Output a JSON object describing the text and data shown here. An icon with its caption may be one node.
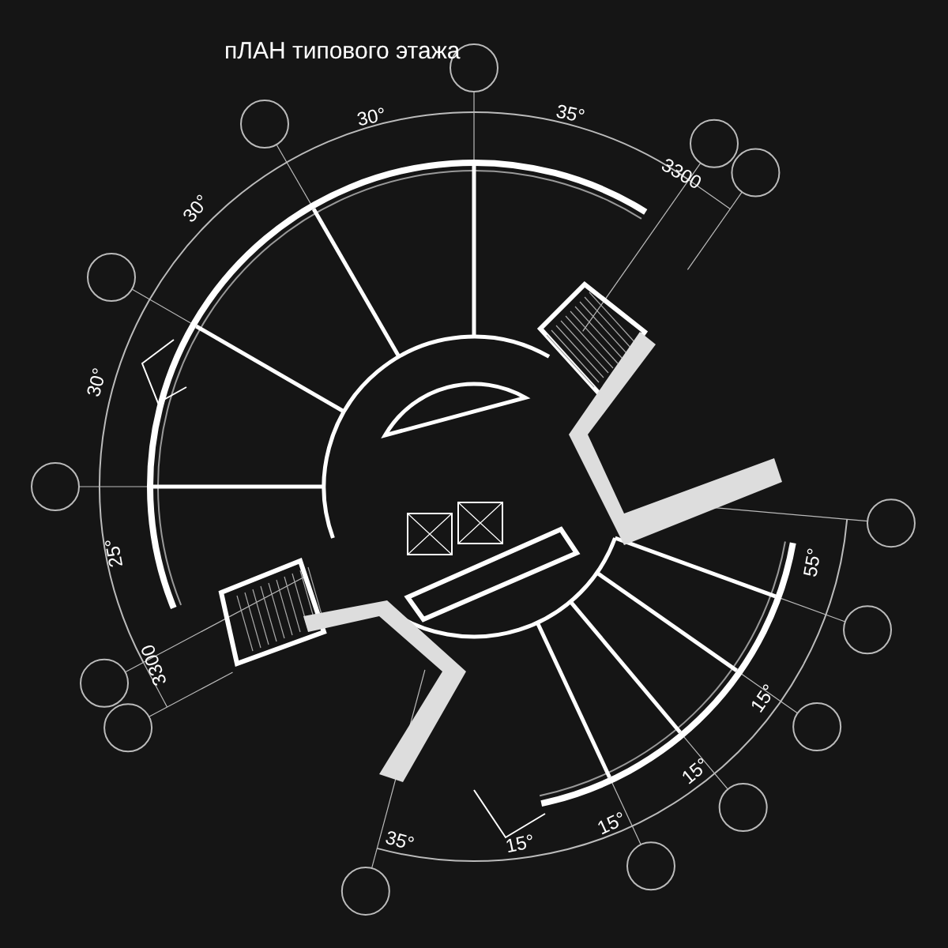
{
  "diagram": {
    "title": "пЛАН типового этажа",
    "labels": [
      "35°",
      "30°",
      "3300",
      "30°",
      "30°",
      "25°",
      "55°",
      "3300",
      "15°",
      "15°",
      "15°",
      "35°",
      "15°"
    ]
  }
}
